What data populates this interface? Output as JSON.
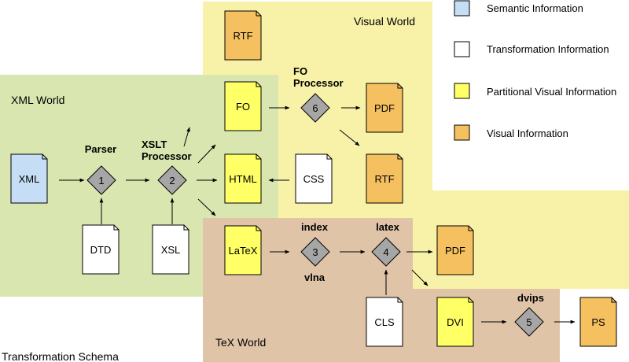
{
  "regions": {
    "visual": "Visual World",
    "xml": "XML World",
    "tex": "TeX World"
  },
  "docs": {
    "xml": "XML",
    "dtd": "DTD",
    "xsl": "XSL",
    "rtf_top": "RTF",
    "fo": "FO",
    "html": "HTML",
    "css": "CSS",
    "pdf_fo": "PDF",
    "rtf_mid": "RTF",
    "latex": "LaTeX",
    "pdf_tex": "PDF",
    "cls": "CLS",
    "dvi": "DVI",
    "ps": "PS"
  },
  "processors": {
    "p1": {
      "num": "1",
      "label": "Parser"
    },
    "p2": {
      "num": "2",
      "label_line1": "XSLT",
      "label_line2": "Processor"
    },
    "p3": {
      "num": "3",
      "label_top": "index",
      "label_bottom": "vlna"
    },
    "p4": {
      "num": "4",
      "label": "latex"
    },
    "p5": {
      "num": "5",
      "label": "dvips"
    },
    "p6": {
      "num": "6",
      "label_line1": "FO",
      "label_line2": "Processor"
    }
  },
  "legend": [
    {
      "label": "Semantic Information",
      "color": "#c5def6"
    },
    {
      "label": "Transformation Information",
      "color": "#ffffff"
    },
    {
      "label": "Partitional Visual Information",
      "color": "#ffff66"
    },
    {
      "label": "Visual Information",
      "color": "#f5c060"
    }
  ],
  "caption": "Transformation Schema",
  "colors": {
    "visual_world": "#f7f2a8",
    "xml_world": "#d9e6b0",
    "tex_world": "#e0c4a8",
    "processor": "#a6a6a6"
  }
}
